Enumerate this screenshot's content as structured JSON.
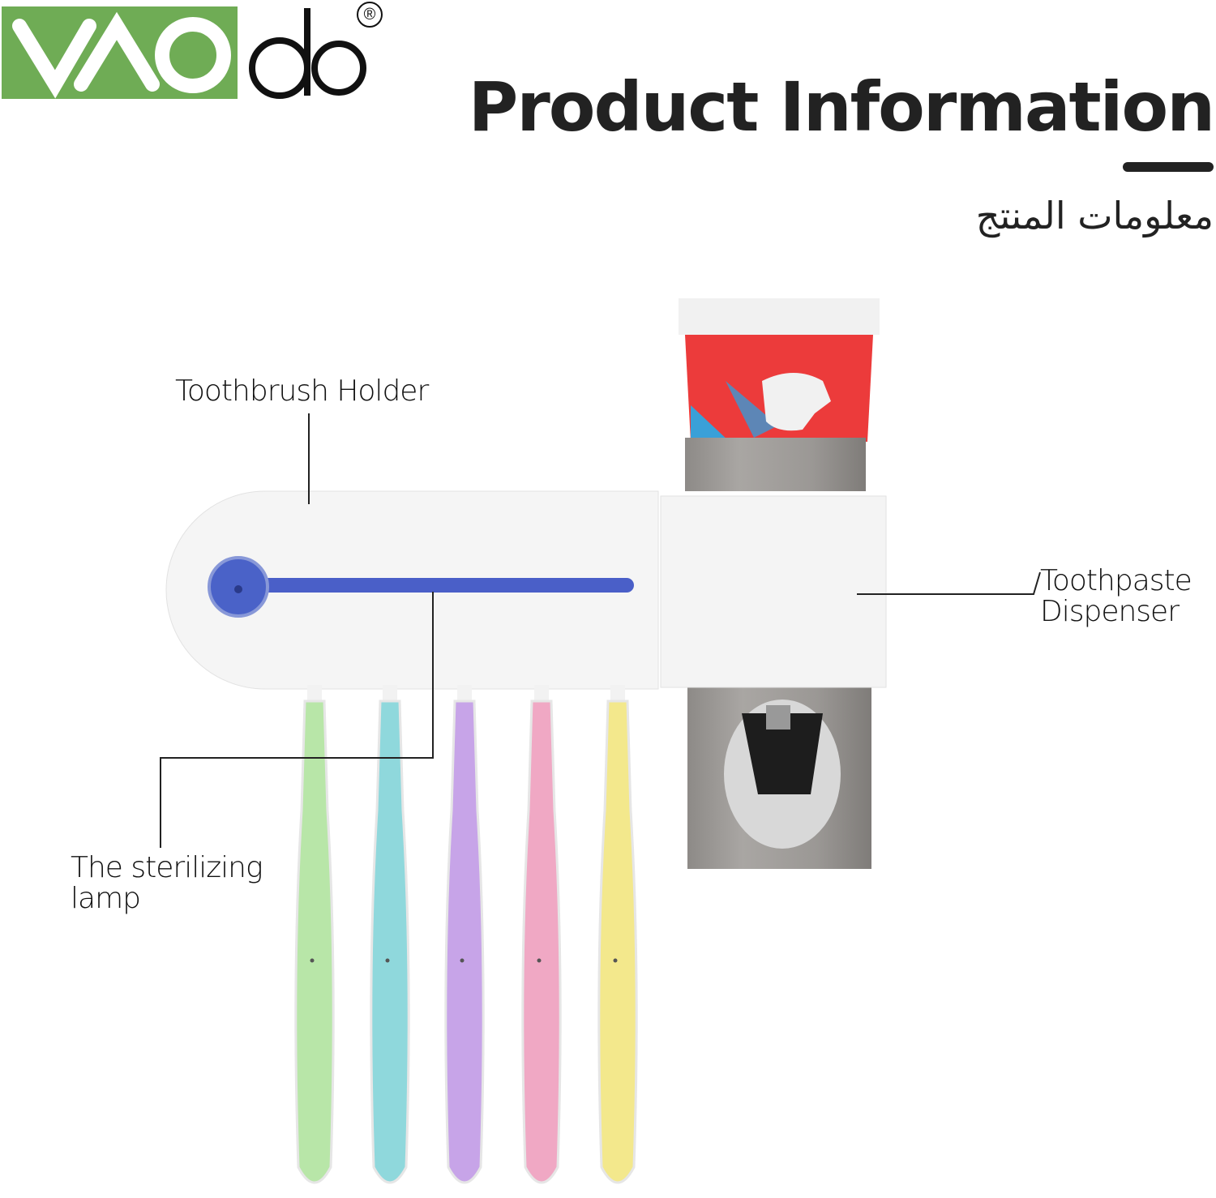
{
  "brand": {
    "logo_text": "VAOdo",
    "registered_mark": "®",
    "green": "#6fac55"
  },
  "header": {
    "title": "Product Information",
    "subtitle_arabic": "معلومات المنتج"
  },
  "callouts": {
    "toothbrush_holder": "Toothbrush Holder",
    "toothpaste_dispenser": [
      "Toothpaste",
      "Dispenser"
    ],
    "sterilizing_lamp": [
      "The sterilizing",
      "lamp"
    ]
  },
  "toothbrush_colors": [
    "#b8e6a8",
    "#8fd8dc",
    "#c7a4e8",
    "#f0a8c4",
    "#f3e88c"
  ]
}
